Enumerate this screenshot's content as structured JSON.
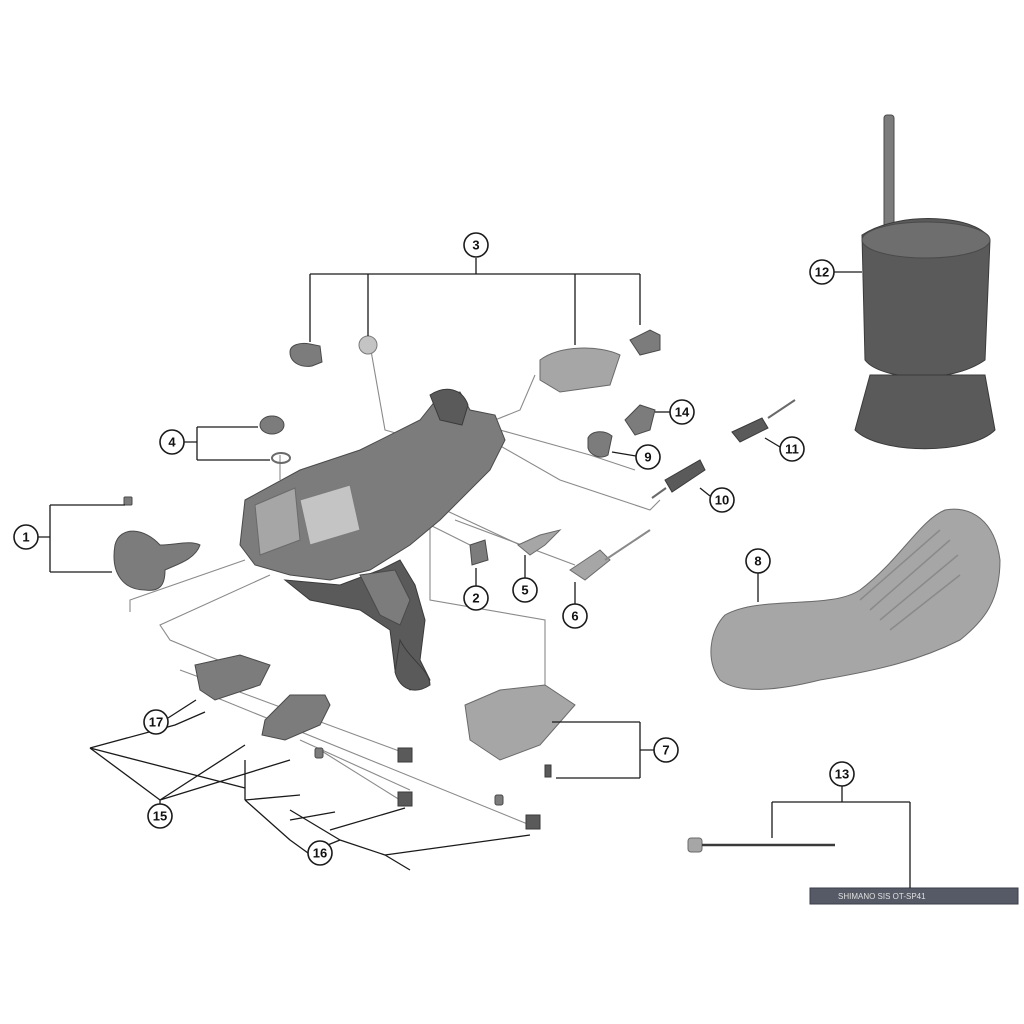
{
  "diagram": {
    "callouts": [
      "1",
      "2",
      "3",
      "4",
      "5",
      "6",
      "7",
      "8",
      "9",
      "10",
      "11",
      "12",
      "13",
      "14",
      "15",
      "16",
      "17"
    ],
    "cable_print": "SHIMANO SIS OT-SP41"
  },
  "colors": {
    "part_dark": "#5a5a5a",
    "part_mid": "#7c7c7c",
    "part_light": "#a6a6a6",
    "line": "#1a1a1a",
    "background": "#ffffff"
  }
}
